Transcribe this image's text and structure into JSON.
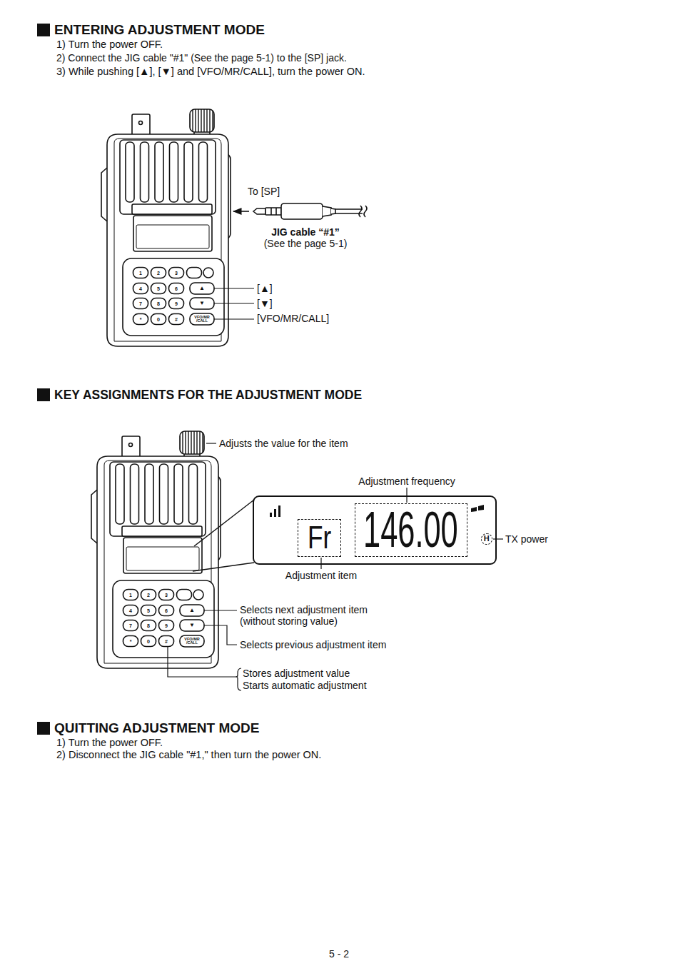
{
  "diagram": {
    "nodes": [
      {
        "text": [
          "Fr"
        ]
      },
      {
        "text": [
          "146.00"
        ]
      },
      {
        "text": [
          "H"
        ]
      }
    ],
    "labels": [
      "ENTERING ADJUSTMENT MODE",
      "1) Turn the power OFF.",
      "2) Connect the JIG cable \"#1\" (See the page 5-1) to the [SP] jack.",
      "3) While pushing [▲], [▼] and [VFO/MR/CALL], turn the power ON.",
      "To [SP]",
      "JIG cable “#1”",
      "(See the page 5-1)",
      "[▲]",
      "[▼]",
      "[VFO/MR/CALL]",
      "KEY ASSIGNMENTS FOR THE ADJUSTMENT MODE",
      "Adjusts the value for the item",
      "Adjustment frequency",
      "TX power",
      "Adjustment item",
      "Selects next adjustment item (without storing value)",
      "Selects previous adjustment item",
      "Stores adjustment value",
      "Starts automatic adjustment",
      "QUITTING ADJUSTMENT MODE",
      "1) Turn the power OFF.",
      "2) Disconnect the JIG cable \"#1,\" then turn the power ON.",
      "5 - 2",
      "1",
      "2",
      "3",
      "4",
      "5",
      "6",
      "▲",
      "7",
      "8",
      "9",
      "▼",
      "*",
      "0",
      "#",
      "VFO/MR /CALL",
      "1",
      "2",
      "3",
      "4",
      "5",
      "6",
      "▲",
      "7",
      "8",
      "9",
      "▼",
      "*",
      "0",
      "#",
      "VFO/MR /CALL"
    ]
  }
}
